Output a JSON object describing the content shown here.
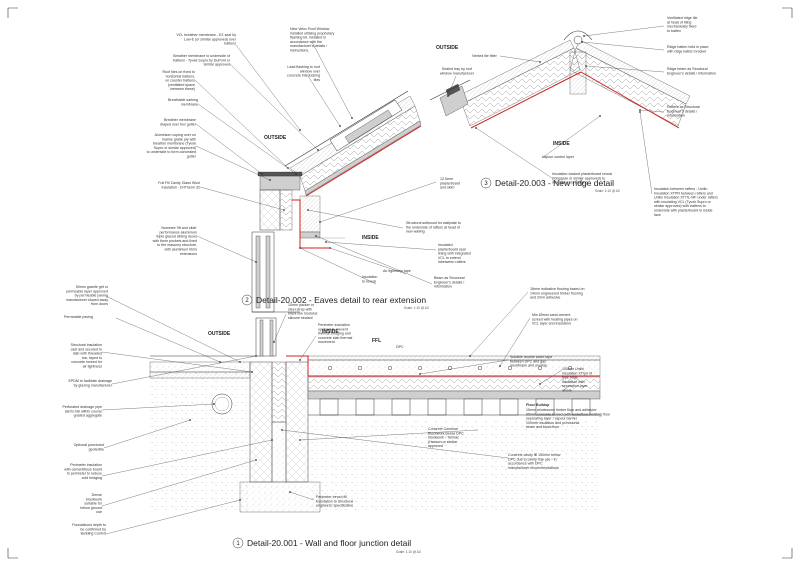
{
  "details": [
    {
      "number": "1",
      "title": "Detail-20.001 - Wall and floor junction detail",
      "scale": "Scale: 1:10 @ A3"
    },
    {
      "number": "2",
      "title": "Detail-20.002 - Eaves detail to rear extension",
      "scale": "Scale: 1:10 @ A3"
    },
    {
      "number": "3",
      "title": "Detail-20.003 - New ridge detail",
      "scale": "Scale: 1:10 @ A3"
    }
  ],
  "zones": {
    "outside": "OUTSIDE",
    "inside": "INSIDE",
    "ffl": "FFL",
    "dpc": "DPC"
  },
  "eaves_notes": {
    "vcl": [
      "VCL breather membrane - EZ seal by",
      "Low-E (or similar approved) over",
      "battens"
    ],
    "velux": [
      "New Velux Roof Window",
      "installed utilising proprietary",
      "flashing kit, installed in",
      "accordance with the",
      "manufacturer's details /",
      "instructions."
    ],
    "breather_underside": [
      "Breather membrane to underside of",
      "battens - Tyvek Supro by DuPont or",
      "similar approved"
    ],
    "lead_flashing": [
      "Lead flashing to roof",
      "window over",
      "concrete interlocking",
      "tiles"
    ],
    "roof_tiles": [
      "Roof tiles on fixed to",
      "horizontal battens,",
      "on counter battens",
      "(ventilated space",
      "between these)"
    ],
    "breathable_sarking": [
      "Breathable sarking",
      "membrane"
    ],
    "breather_draped": [
      "Breather membrane",
      "draped over box gutter"
    ],
    "aluminium_coping": [
      "Aluminium coping over on",
      "marine grade ply with",
      "breather membrane (Tyvek",
      "Supro or similar approved)",
      "to underside to form concealed",
      "gutter"
    ],
    "full_fill": [
      "Full Fill Cavity Glass Wool",
      "Insulation - DriTherm 32"
    ],
    "slide_door": [
      "Nominee 'lift and slide'",
      "performance aluminium",
      "triple glazed sliding doors",
      "with 6mm pockets and fixed",
      "to the masonry structure,",
      "with aluminium trims",
      "extensions"
    ],
    "plasterboard": [
      "12.5mm",
      "plasterboard",
      "and skim"
    ],
    "softwood": [
      "Structural softwood for wallplate to",
      "the underside of rafters at head of",
      "new walling"
    ],
    "insulated_pb": [
      "Insulated",
      "plasterboard seal",
      "lining with integrated",
      "VCL to extend",
      "inbetween rafters"
    ],
    "air_tape": [
      "Air tightness tape"
    ],
    "insulation_reveal": [
      "Insulation",
      "to reveal"
    ],
    "beam": [
      "Beam as Structural",
      "Engineer's details /",
      "information"
    ]
  },
  "ridge_notes": {
    "sealed_tray": [
      "Sealed tray by roof",
      "window manufacturer"
    ],
    "vented_tile": [
      "Vented tile fitter"
    ],
    "ventilated_ridge": [
      "Ventilated ridge tile",
      "at head of tiling",
      "mechanically fixed",
      "to batten"
    ],
    "ridge_batten": [
      "Ridge batten held in place",
      "with ridge batten bracket"
    ],
    "ridge_beam": [
      "Ridge beam as Structural",
      "Engineer's details / information"
    ],
    "rafters": [
      "Rafters as Structural",
      "Engineer's details /",
      "information"
    ],
    "vapour": [
      "Vapour control layer"
    ],
    "insulation_backed": [
      "Insulation-backed plasterboard reveal",
      "(Kingspan or similar approved) to",
      "minimise cold bridging"
    ],
    "insulation_between": [
      "Insulation between rafters - Unilin",
      "Insulation XTPR between rafters and",
      "Unilin Insulation XT/TL-MF under rafters",
      "with insulating VCL (Tyvek Supro or",
      "similar approved) with battens to",
      "underside with plasterboard to inside",
      "face"
    ]
  },
  "wall_notes": {
    "granite_grit": [
      "50mm granite grit or",
      "permeable layer approved",
      "by permeable paving",
      "manufacturer sloped away",
      "from doors"
    ],
    "permeable_paving": [
      "Permeable paving"
    ],
    "structural_insulation": [
      "Structural insulation",
      "cast and secured to",
      "slab with threaded",
      "bar, taped to",
      "concrete screed for",
      "air tightness"
    ],
    "epdm": [
      "EPDM to facilitate drainage",
      "by glazing manufacturer"
    ],
    "perforated": [
      "Perforated drainage pipe",
      "laid to fall within course",
      "graded aggregate"
    ],
    "geotextile": [
      "Optional punctured",
      "geotextile"
    ],
    "perimeter_insul": [
      "Perimeter insulation",
      "with cementitious board",
      "to perimeter to reduce",
      "cold bridging"
    ],
    "dense_block": [
      "Dense",
      "blockwork",
      "suitable for",
      "below ground",
      "use"
    ],
    "foundations": [
      "Foundations depth to",
      "be confirmed by",
      "Building Control"
    ],
    "packer": [
      "10mm packer or",
      "steel strap with",
      "black low modulus",
      "silicone sealant"
    ],
    "perimeter_upstand": [
      "Perimeter insulation",
      "upstand to prevent",
      "thermal bridging and",
      "concrete slab thermal",
      "movement"
    ],
    "timber_flooring": [
      "18mm indicative flooring based on",
      "14mm engineered timber flooring",
      "and 2mm adhesive"
    ],
    "screed": [
      "Min 65mm sand cement",
      "screed with heating pipes on",
      "VCL layer and insulation"
    ],
    "tape": [
      "Suitable double sided tape",
      "between DPC and gas",
      "membrane and overlap"
    ],
    "unilin": [
      "100mm Unilin",
      "Insulation XT/pir of",
      "type ridge",
      "insulation with",
      "separation layer",
      "above"
    ],
    "floor_buildup_title": "Floor Buildup",
    "floor_buildup": [
      "15mm wholesome timber floor and adhesive",
      "65mm concrete screed (with underfloor heating) floor",
      "separating layer / vapour barrier",
      "100mm insulation and provisional",
      "beam and block floor"
    ],
    "concrete_common": [
      "Concrete Common",
      "Blockwork Below DPC",
      "blockwork - Tarmac",
      "(Hanson or similar",
      "approved"
    ],
    "cavity_fill": [
      "Concrete cavity fill 150mm below",
      "DPC due to cavity tray use - in",
      "accordance with DPC",
      "manufacturer recommendations"
    ],
    "trench_fill": [
      "Perimeter trench fill",
      "foundation to Structural",
      "engineers' specification"
    ]
  }
}
